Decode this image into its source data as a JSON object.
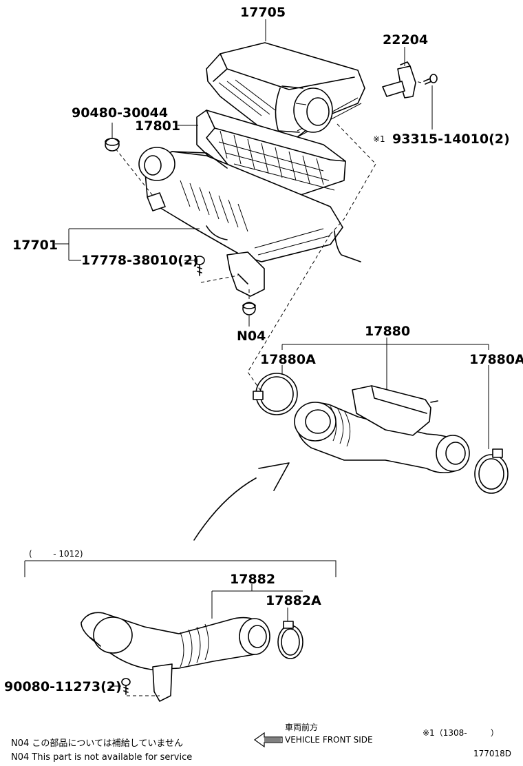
{
  "labels": {
    "p17705": "17705",
    "p22204": "22204",
    "p90480": "90480-30044",
    "p17801": "17801",
    "p93315": "93315-14010(2)",
    "mark93315": "※1",
    "p17701": "17701",
    "p17778": "17778-38010(2)",
    "n04": "N04",
    "p17880": "17880",
    "p17880A_left": "17880A",
    "p17880A_right": "17880A",
    "range": "(        - 1012)",
    "p17882": "17882",
    "p17882A": "17882A",
    "p90080": "90080-11273(2)"
  },
  "notes": {
    "n04_jp": "N04  この部品については補給していません",
    "n04_en": "N04  This part is not available for service",
    "front_jp": "車両前方",
    "front_en": "VEHICLE FRONT SIDE",
    "footnote": "※1（1308-         ）",
    "diagram_id": "177018D"
  }
}
